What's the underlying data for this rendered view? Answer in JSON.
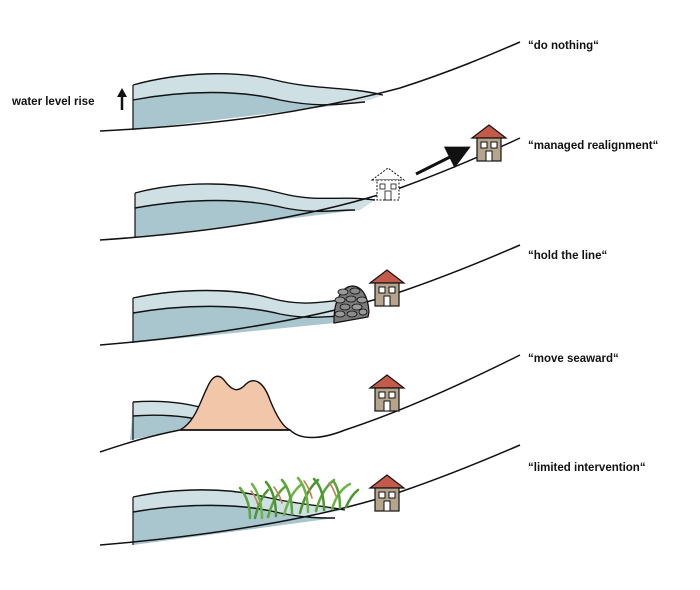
{
  "water_level_label": "water level rise",
  "scenarios": [
    {
      "id": "do-nothing",
      "label": "“do nothing“"
    },
    {
      "id": "managed-realignment",
      "label": "“managed realignment“"
    },
    {
      "id": "hold-the-line",
      "label": "“hold the line“"
    },
    {
      "id": "move-seaward",
      "label": "“move seaward“"
    },
    {
      "id": "limited-intervention",
      "label": "“limited intervention“"
    }
  ],
  "colors": {
    "water_deep": "#a9c6ce",
    "water_light": "#cfe0e5",
    "sand": "#f2c6a8",
    "house_wall": "#b5a58d",
    "house_roof": "#c45a4a",
    "grass": "#5aa53a",
    "stone": "#6e6e6e",
    "line": "#111111"
  }
}
